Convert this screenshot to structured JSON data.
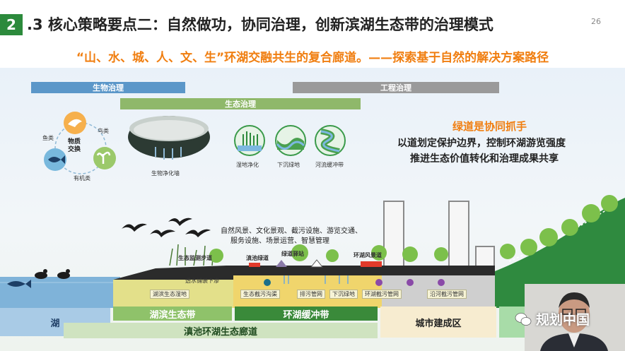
{
  "header": {
    "number": "2",
    "title": ".3 核心策略要点二：自然做功，协同治理，创新滨湖生态带的治理模式",
    "page_number": "26",
    "subtitle": "“山、水、城、人、文、生”环湖交融共生的复合廊道。——探索基于自然的解决方案路径"
  },
  "bars": {
    "bio": "生物治理",
    "eco": "生态治理",
    "eng": "工程治理"
  },
  "cycle": {
    "center": "物质\n交换",
    "bird": "鸟类",
    "fish": "鱼类",
    "organic": "有机类"
  },
  "icons": {
    "bio_wall": "生物净化墙",
    "wetland": "湿地净化",
    "sunken": "下沉绿地",
    "buffer": "河流缓冲带"
  },
  "right_text": {
    "headline": "绿道是协同抓手",
    "line1": "以道划定保护边界，控制环湖游览强度",
    "line2": "推进生态价值转化和治理成果共享"
  },
  "scene_text": {
    "functions1": "自然风景、文化景观、截污设施、游览交通、",
    "functions2": "服务设施、场景运营、智慧管理"
  },
  "scene_labels": {
    "monitor_path": "生态监测步道",
    "dian_greenway": "滇池绿道",
    "greenway_station": "绿道驿站",
    "scenic_road": "环湖风景道",
    "water_down": "透水铺装下渗",
    "lakeside_wetland": "湖滨生态湿地",
    "eco_ditch": "生态截污沟渠",
    "pipe1": "排污管网",
    "sunken_green": "下沉绿地",
    "lake_pipe": "环湖截污管网",
    "river_pipe": "沿河截污管网"
  },
  "bottom": {
    "lake": "湖",
    "lakeside_belt": "湖滨生态带",
    "buffer_belt": "环湖缓冲带",
    "corridor": "滇池环湖生态廊道",
    "city": "城市建成区"
  },
  "watermark": "规划中国",
  "colors": {
    "accent_orange": "#f07e10",
    "bio_bar": "#5b97c9",
    "eco_bar": "#8fb86a",
    "eng_bar": "#9a9a9a",
    "dark_green": "#2f8a3f"
  }
}
